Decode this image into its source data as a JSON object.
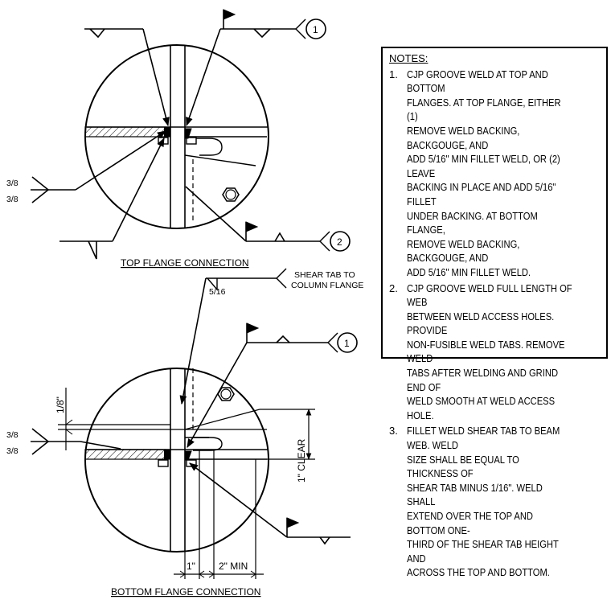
{
  "top_detail": {
    "caption": "TOP FLANGE CONNECTION",
    "weld_size_upper": "3/8",
    "weld_size_lower": "3/8",
    "callout_1": "1",
    "callout_2": "2"
  },
  "bottom_detail": {
    "caption": "BOTTOM FLANGE CONNECTION",
    "shear_tab_label_line1": "SHEAR TAB TO",
    "shear_tab_label_line2": "COLUMN FLANGE",
    "weld_size_shear_tab": "5/16",
    "weld_size_upper": "3/8",
    "weld_size_lower": "3/8",
    "callout_1": "1",
    "dim_eighth": "1/8\"",
    "dim_clear": "1\" CLEAR",
    "dim_one": "1\"",
    "dim_two_min": "2\" MIN"
  },
  "notes": {
    "title": "NOTES:",
    "items": [
      {
        "num": "1.",
        "text": "CJP GROOVE WELD AT TOP AND BOTTOM\nFLANGES.  AT TOP FLANGE, EITHER (1)\nREMOVE WELD BACKING, BACKGOUGE, AND\nADD 5/16\" MIN FILLET WELD, OR (2) LEAVE\nBACKING IN PLACE AND ADD 5/16\" FILLET\nUNDER BACKING.  AT BOTTOM FLANGE,\nREMOVE WELD BACKING, BACKGOUGE, AND\nADD 5/16\" MIN FILLET WELD."
      },
      {
        "num": "2.",
        "text": "CJP GROOVE WELD FULL LENGTH OF WEB\nBETWEEN WELD ACCESS HOLES.  PROVIDE\nNON-FUSIBLE WELD TABS.  REMOVE WELD\nTABS AFTER WELDING AND GRIND END OF\nWELD SMOOTH AT WELD ACCESS HOLE."
      },
      {
        "num": "3.",
        "text": "FILLET WELD SHEAR TAB TO BEAM WEB. WELD\nSIZE SHALL BE EQUAL TO THICKNESS OF\nSHEAR TAB MINUS 1/16\".  WELD SHALL\nEXTEND OVER THE TOP AND BOTTOM ONE-\nTHIRD OF THE SHEAR TAB HEIGHT AND\nACROSS THE TOP AND BOTTOM."
      }
    ]
  }
}
